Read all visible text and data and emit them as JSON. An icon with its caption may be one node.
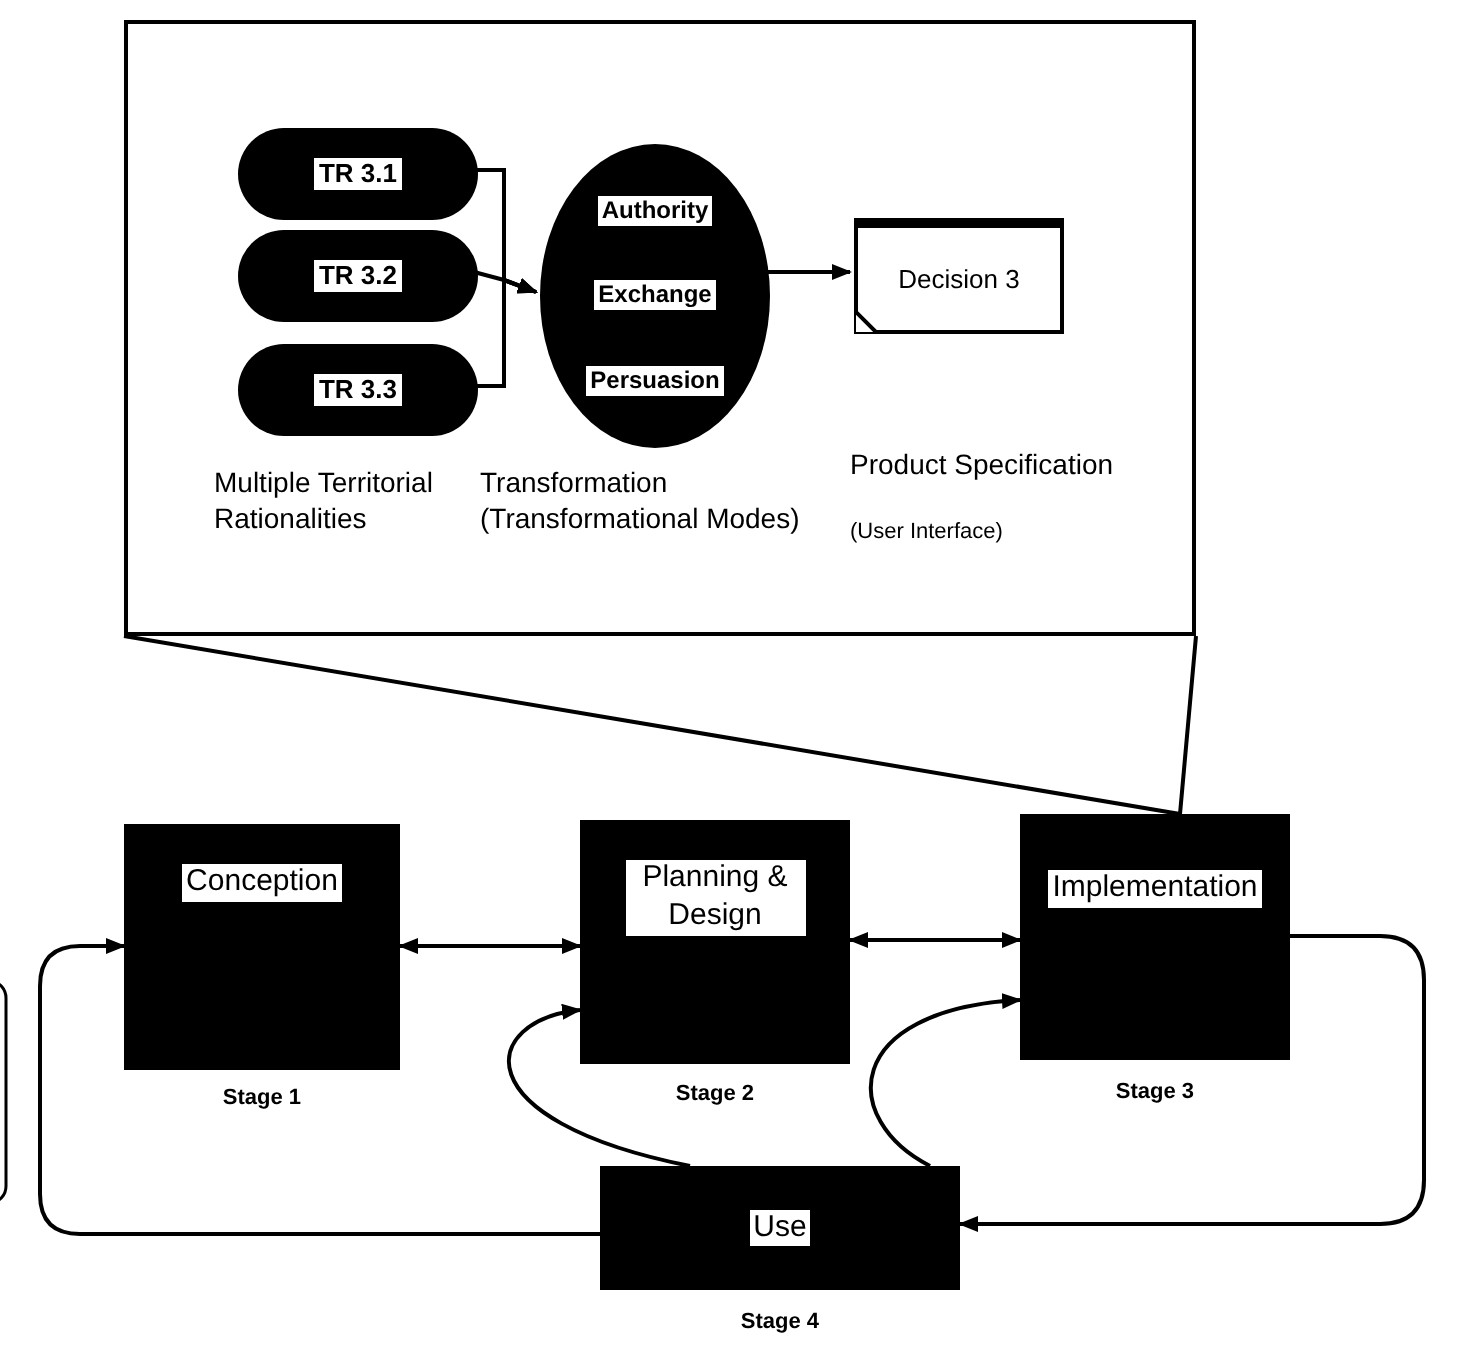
{
  "diagram": {
    "nodes": [
      {
        "text": [],
        "shape": "box"
      },
      {
        "text": [
          "TR 3.1"
        ],
        "in": 0
      },
      {
        "text": [
          "TR 3.2"
        ],
        "in": 0
      },
      {
        "text": [
          "TR 3.3"
        ],
        "in": 0
      },
      {
        "text": [
          "Authority",
          "Exchange",
          "Persuasion"
        ],
        "beside": [
          "Transformation (Transformational Modes)"
        ],
        "in": 0
      },
      {
        "text": [
          "Decision 3"
        ],
        "beside": [
          "Product Specification",
          "(User Interface)"
        ],
        "in": 0
      },
      {
        "text": [
          "Conception"
        ],
        "beside": [
          "Stage 1"
        ]
      },
      {
        "text": [
          "Planning & Design"
        ],
        "beside": [
          "Stage 2"
        ]
      },
      {
        "text": [
          "Implementation"
        ],
        "beside": [
          "Stage 3"
        ]
      },
      {
        "text": [
          "Use"
        ],
        "beside": [
          "Stage 4"
        ]
      }
    ],
    "edges": [
      {
        "from": 1,
        "to": 4,
        "arrow": "to"
      },
      {
        "from": 2,
        "to": 4,
        "arrow": "to"
      },
      {
        "from": 3,
        "to": 4,
        "arrow": "to"
      },
      {
        "from": 4,
        "to": 5,
        "arrow": "to"
      },
      {
        "from": 0,
        "to": 8,
        "arrow": "none"
      },
      {
        "from": 6,
        "to": 7,
        "arrow": "both"
      },
      {
        "from": 7,
        "to": 8,
        "arrow": "both"
      },
      {
        "from": 8,
        "to": 9,
        "arrow": "to"
      },
      {
        "from": 9,
        "to": 6,
        "arrow": "to"
      },
      {
        "from": 9,
        "to": 7,
        "arrow": "to"
      },
      {
        "from": 9,
        "to": 8,
        "arrow": "to"
      }
    ],
    "labels": [
      "Multiple Territorial Rationalities"
    ]
  }
}
